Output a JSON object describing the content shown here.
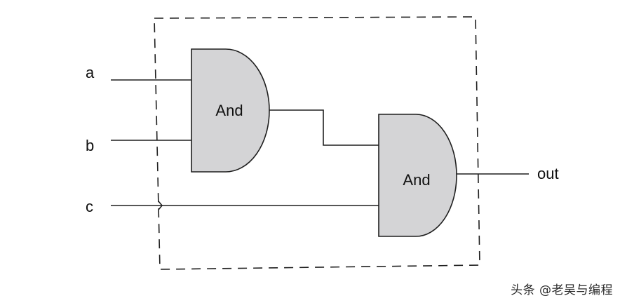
{
  "inputs": [
    {
      "id": "a",
      "label": "a"
    },
    {
      "id": "b",
      "label": "b"
    },
    {
      "id": "c",
      "label": "c"
    }
  ],
  "outputs": [
    {
      "id": "out",
      "label": "out"
    }
  ],
  "gates": [
    {
      "id": "and1",
      "label": "And"
    },
    {
      "id": "and2",
      "label": "And"
    }
  ],
  "watermark": "头条 @老吴与编程",
  "colors": {
    "gate_fill": "#d4d4d6",
    "line": "#1f1f1f",
    "background": "#ffffff"
  }
}
